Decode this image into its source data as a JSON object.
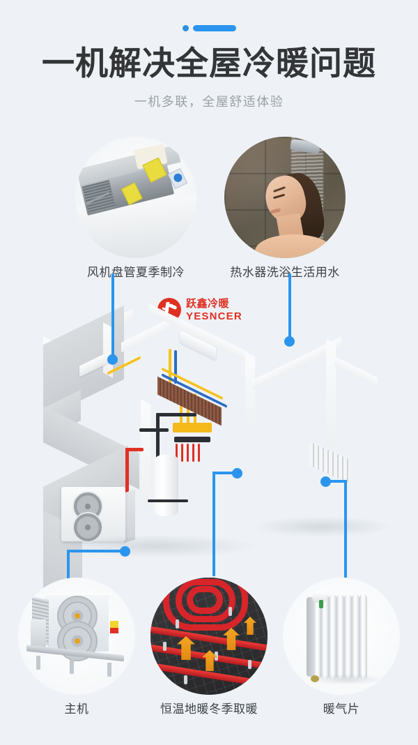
{
  "page": {
    "background_color": "#eef2f6",
    "accent_color": "#2b95ee",
    "brand_color": "#e03024",
    "title": "一机解决全屋冷暖问题",
    "subtitle": "一机多联，全屋舒适体验"
  },
  "logo": {
    "cn_name": "跃鑫冷暖",
    "en_name": "YESNCER",
    "mark": "flame-emblem-icon"
  },
  "features": {
    "top": [
      {
        "id": "fan-coil",
        "caption": "风机盘管夏季制冷",
        "photo": "fan-coil-unit-photo"
      },
      {
        "id": "water-heater",
        "caption": "热水器洗浴生活用水",
        "photo": "shower-woman-photo"
      }
    ],
    "bottom": [
      {
        "id": "main-unit",
        "caption": "主机",
        "photo": "heat-pump-outdoor-unit-photo"
      },
      {
        "id": "floor-heating",
        "caption": "恒温地暖冬季取暖",
        "photo": "underfloor-heating-pipes-photo"
      },
      {
        "id": "radiator",
        "caption": "暖气片",
        "photo": "panel-radiator-photo"
      }
    ]
  },
  "diagram": {
    "name": "whole-house-cutaway-illustration",
    "callouts": [
      {
        "target": "fan-coil",
        "position": "upper-left-room"
      },
      {
        "target": "water-heater",
        "position": "upper-right-room"
      },
      {
        "target": "main-unit",
        "position": "lower-left-outdoor"
      },
      {
        "target": "floor-heating",
        "position": "center-manifold"
      },
      {
        "target": "radiator",
        "position": "lower-right-room"
      }
    ]
  }
}
